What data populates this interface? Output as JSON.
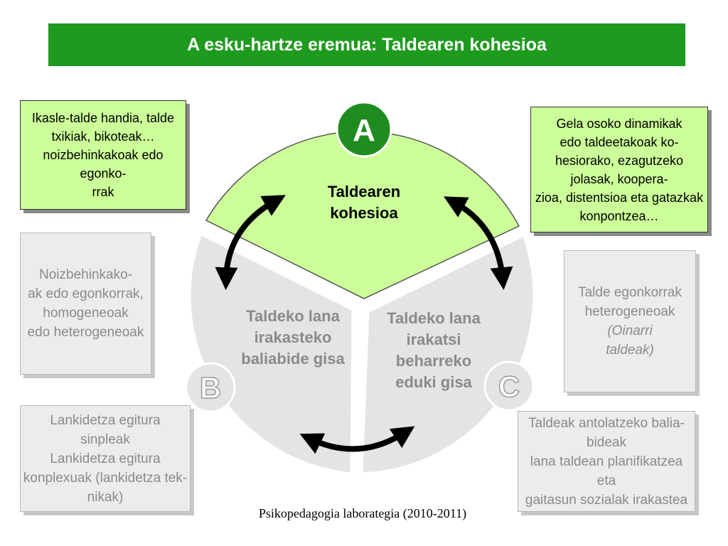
{
  "title": "A esku-hartze eremua: Taldearen kohesioa",
  "segments": {
    "a": {
      "badge": "A",
      "lines": [
        "Taldearen",
        "kohesioa"
      ]
    },
    "b": {
      "badge": "B",
      "lines": [
        "Taldeko lana",
        "irakasteko",
        "baliabide gisa"
      ]
    },
    "c": {
      "badge": "C",
      "lines": [
        "Taldeko lana",
        "irakatsi",
        "beharreko",
        "eduki gisa"
      ]
    }
  },
  "boxes": {
    "top_left": [
      "Ikasle-talde handia, talde",
      "txikiak, bikoteak…",
      "noizbehinkakoak edo egonko-",
      "rrak"
    ],
    "top_right": [
      "Gela osoko dinamikak",
      "edo taldeetakoak ko-",
      "hesiorako, ezagutzeko",
      "jolasak, koopera-",
      "zioa, distentsioa eta gatazkak",
      "konpontzea…"
    ],
    "mid_left": [
      "Noizbehinkako-",
      "ak edo egonkorrak,",
      "homogeneoak",
      "edo heterogeneoak"
    ],
    "mid_right": [
      "Talde egonkorrak",
      "heterogeneoak",
      "(Oinarri",
      "taldeak)"
    ],
    "bottom_left": [
      "Lankidetza egitura",
      "sinpleak",
      "Lankidetza egitura",
      "konplexuak (lankidetza tek-",
      "nikak)"
    ],
    "bottom_right": [
      "Taldeak antolatzeko balia-",
      "bideak",
      "lana taldean planifikatzea",
      "eta",
      "gaitasun sozialak irakastea"
    ]
  },
  "footer": "Psikopedagogia laborategia (2010-2011)",
  "colors": {
    "title_bg": "#1e9b1e",
    "active_fill": "#ccff99",
    "badge_a": "#1e8c1e",
    "inactive_fill": "#e4e4e4",
    "inactive_text": "#8a8a8a"
  }
}
